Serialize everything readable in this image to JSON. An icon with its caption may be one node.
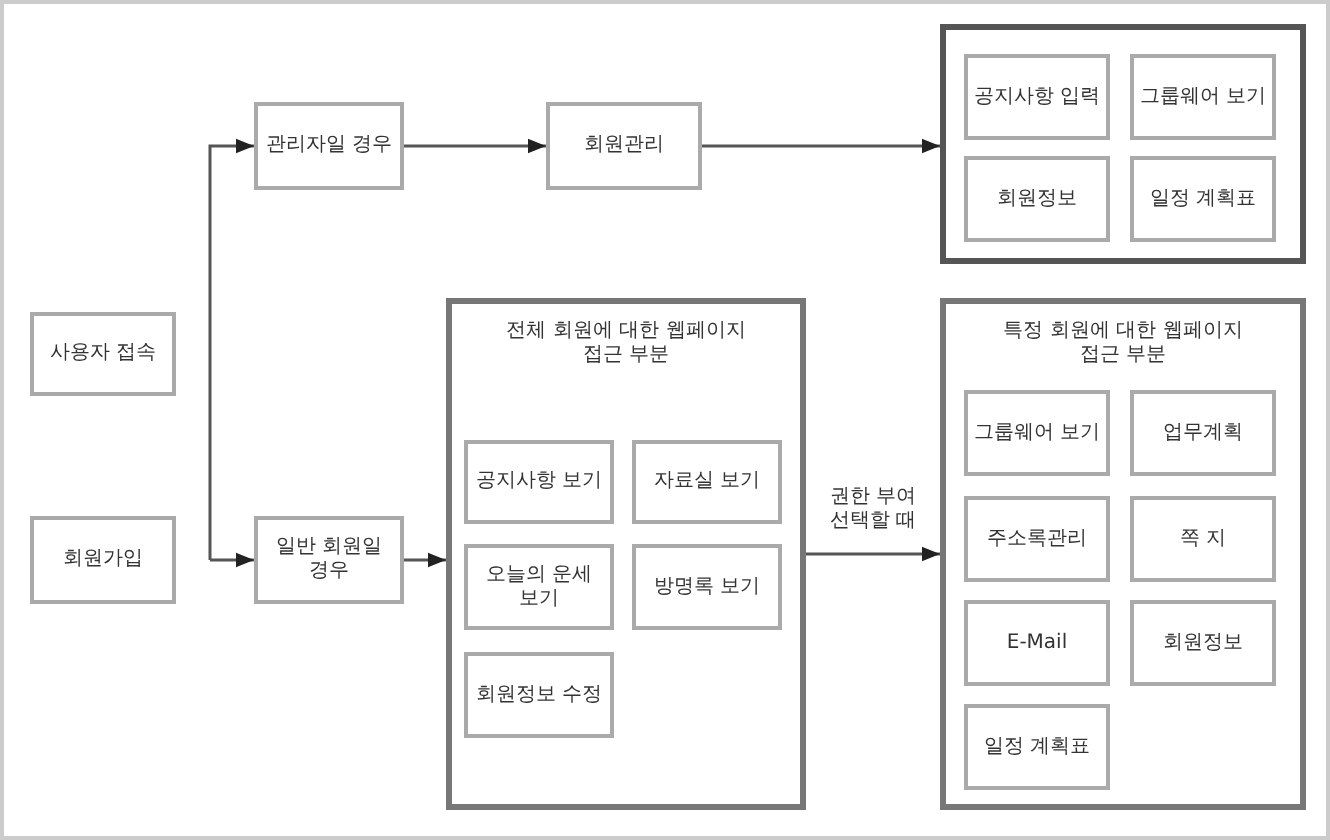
{
  "diagram": {
    "nodes": [
      {
        "text": [
          "사용자 접속"
        ]
      },
      {
        "text": [
          "회원가입"
        ]
      },
      {
        "text": [
          "관리자일 경우"
        ]
      },
      {
        "text": [
          "회원관리"
        ]
      },
      {
        "text": [],
        "shape": "box"
      },
      {
        "text": [
          "공지사항 입력"
        ],
        "in": 4
      },
      {
        "text": [
          "그룹웨어 보기"
        ],
        "in": 4
      },
      {
        "text": [
          "회원정보"
        ],
        "in": 4
      },
      {
        "text": [
          "일정 계획표"
        ],
        "in": 4
      },
      {
        "text": [
          "일반 회원일 경우"
        ]
      },
      {
        "text": [
          "전체 회원에 대한 웹페이지 접근 부분"
        ]
      },
      {
        "text": [
          "공지사항 보기"
        ],
        "in": 10
      },
      {
        "text": [
          "자료실 보기"
        ],
        "in": 10
      },
      {
        "text": [
          "오늘의 운세 보기"
        ],
        "in": 10
      },
      {
        "text": [
          "방명록 보기"
        ],
        "in": 10
      },
      {
        "text": [
          "회원정보 수정"
        ],
        "in": 10
      },
      {
        "text": [
          "특정 회원에 대한 웹페이지 접근 부분"
        ]
      },
      {
        "text": [
          "그룹웨어 보기"
        ],
        "in": 16
      },
      {
        "text": [
          "업무계획"
        ],
        "in": 16
      },
      {
        "text": [
          "주소록관리"
        ],
        "in": 16
      },
      {
        "text": [
          "쪽 지"
        ],
        "in": 16
      },
      {
        "text": [
          "E-Mail"
        ],
        "in": 16
      },
      {
        "text": [
          "회원정보"
        ],
        "in": 16
      },
      {
        "text": [
          "일정 계획표"
        ],
        "in": 16
      }
    ],
    "edges": [
      {
        "from": null,
        "to": 2,
        "arrow": "to"
      },
      {
        "from": null,
        "to": 9,
        "arrow": "to"
      },
      {
        "from": 2,
        "to": 3,
        "arrow": "to"
      },
      {
        "from": 3,
        "to": 4,
        "arrow": "to"
      },
      {
        "from": 9,
        "to": 10,
        "arrow": "to"
      },
      {
        "from": 10,
        "to": 16,
        "arrow": "to",
        "label": "권한 부여 선택할 때"
      }
    ]
  }
}
